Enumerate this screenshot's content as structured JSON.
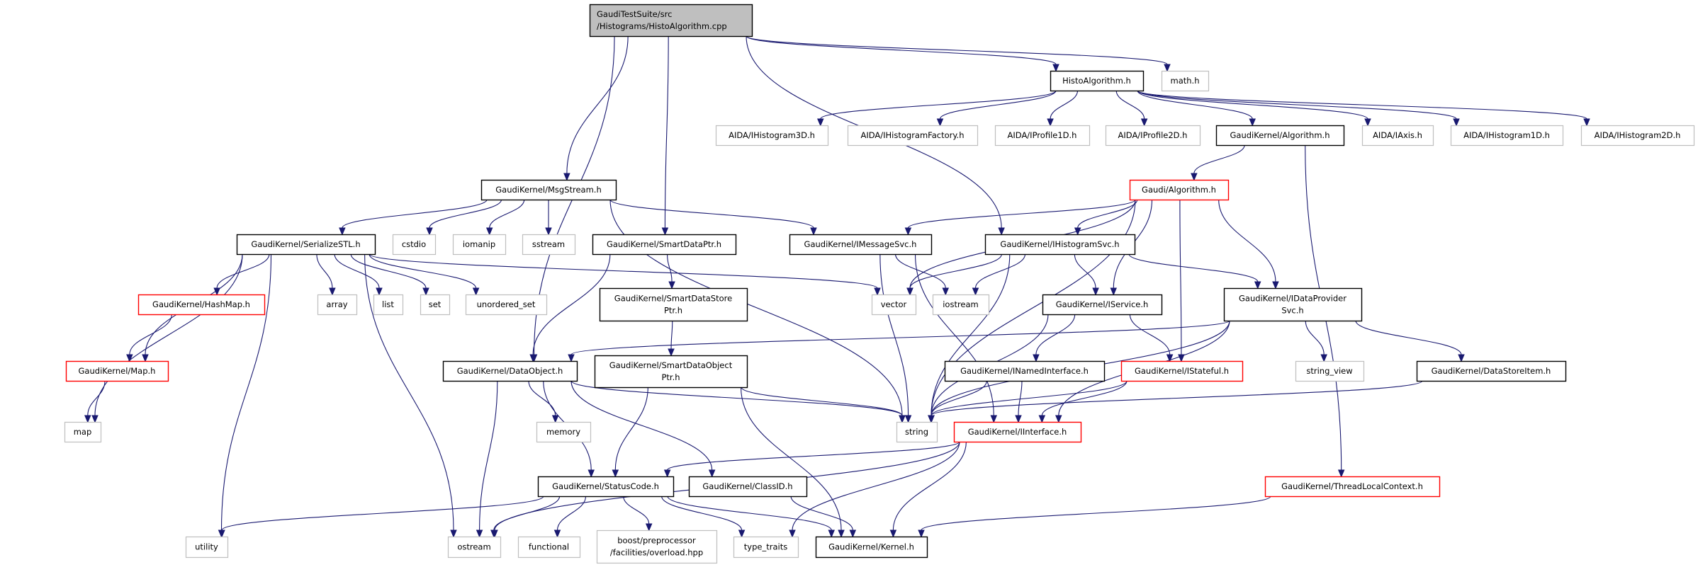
{
  "colors": {
    "edge": "#191970",
    "documented_border": "#000000",
    "incomplete_border": "#ff0000",
    "external_border": "#bfbfbf",
    "root_fill": "#bfbfbf"
  },
  "nodes": [
    {
      "id": "root",
      "lines": [
        "GaudiTestSuite/src",
        "/Histograms/HistoAlgorithm.cpp"
      ],
      "kind": "root"
    },
    {
      "id": "histoalg",
      "lines": [
        "HistoAlgorithm.h"
      ],
      "kind": "documented"
    },
    {
      "id": "math",
      "lines": [
        "math.h"
      ],
      "kind": "external"
    },
    {
      "id": "ih3d",
      "lines": [
        "AIDA/IHistogram3D.h"
      ],
      "kind": "external"
    },
    {
      "id": "ihfac",
      "lines": [
        "AIDA/IHistogramFactory.h"
      ],
      "kind": "external"
    },
    {
      "id": "ip1d",
      "lines": [
        "AIDA/IProfile1D.h"
      ],
      "kind": "external"
    },
    {
      "id": "ip2d",
      "lines": [
        "AIDA/IProfile2D.h"
      ],
      "kind": "external"
    },
    {
      "id": "gkalg",
      "lines": [
        "GaudiKernel/Algorithm.h"
      ],
      "kind": "documented"
    },
    {
      "id": "iaxis",
      "lines": [
        "AIDA/IAxis.h"
      ],
      "kind": "external"
    },
    {
      "id": "ih1d",
      "lines": [
        "AIDA/IHistogram1D.h"
      ],
      "kind": "external"
    },
    {
      "id": "ih2d",
      "lines": [
        "AIDA/IHistogram2D.h"
      ],
      "kind": "external"
    },
    {
      "id": "msgstream",
      "lines": [
        "GaudiKernel/MsgStream.h"
      ],
      "kind": "documented"
    },
    {
      "id": "galg",
      "lines": [
        "Gaudi/Algorithm.h"
      ],
      "kind": "incomplete"
    },
    {
      "id": "serstl",
      "lines": [
        "GaudiKernel/SerializeSTL.h"
      ],
      "kind": "documented"
    },
    {
      "id": "cstdio",
      "lines": [
        "cstdio"
      ],
      "kind": "external"
    },
    {
      "id": "iomanip",
      "lines": [
        "iomanip"
      ],
      "kind": "external"
    },
    {
      "id": "sstream",
      "lines": [
        "sstream"
      ],
      "kind": "external"
    },
    {
      "id": "sdptr",
      "lines": [
        "GaudiKernel/SmartDataPtr.h"
      ],
      "kind": "documented"
    },
    {
      "id": "imsgsvc",
      "lines": [
        "GaudiKernel/IMessageSvc.h"
      ],
      "kind": "documented"
    },
    {
      "id": "ihistsvc",
      "lines": [
        "GaudiKernel/IHistogramSvc.h"
      ],
      "kind": "documented"
    },
    {
      "id": "hashmap",
      "lines": [
        "GaudiKernel/HashMap.h"
      ],
      "kind": "incomplete"
    },
    {
      "id": "array",
      "lines": [
        "array"
      ],
      "kind": "external"
    },
    {
      "id": "list",
      "lines": [
        "list"
      ],
      "kind": "external"
    },
    {
      "id": "set",
      "lines": [
        "set"
      ],
      "kind": "external"
    },
    {
      "id": "uset",
      "lines": [
        "unordered_set"
      ],
      "kind": "external"
    },
    {
      "id": "sdsptr",
      "lines": [
        "GaudiKernel/SmartDataStore",
        "Ptr.h"
      ],
      "kind": "documented"
    },
    {
      "id": "vector",
      "lines": [
        "vector"
      ],
      "kind": "external"
    },
    {
      "id": "iostream",
      "lines": [
        "iostream"
      ],
      "kind": "external"
    },
    {
      "id": "iservice",
      "lines": [
        "GaudiKernel/IService.h"
      ],
      "kind": "documented"
    },
    {
      "id": "idps",
      "lines": [
        "GaudiKernel/IDataProvider",
        "Svc.h"
      ],
      "kind": "documented"
    },
    {
      "id": "mapgk",
      "lines": [
        "GaudiKernel/Map.h"
      ],
      "kind": "incomplete"
    },
    {
      "id": "dataobj",
      "lines": [
        "GaudiKernel/DataObject.h"
      ],
      "kind": "documented"
    },
    {
      "id": "sdoptr",
      "lines": [
        "GaudiKernel/SmartDataObject",
        "Ptr.h"
      ],
      "kind": "documented"
    },
    {
      "id": "inamed",
      "lines": [
        "GaudiKernel/INamedInterface.h"
      ],
      "kind": "documented"
    },
    {
      "id": "istateful",
      "lines": [
        "GaudiKernel/IStateful.h"
      ],
      "kind": "incomplete"
    },
    {
      "id": "strview",
      "lines": [
        "string_view"
      ],
      "kind": "external"
    },
    {
      "id": "dsitem",
      "lines": [
        "GaudiKernel/DataStoreItem.h"
      ],
      "kind": "documented"
    },
    {
      "id": "map",
      "lines": [
        "map"
      ],
      "kind": "external"
    },
    {
      "id": "memory",
      "lines": [
        "memory"
      ],
      "kind": "external"
    },
    {
      "id": "string",
      "lines": [
        "string"
      ],
      "kind": "external"
    },
    {
      "id": "iinterface",
      "lines": [
        "GaudiKernel/IInterface.h"
      ],
      "kind": "incomplete"
    },
    {
      "id": "statuscode",
      "lines": [
        "GaudiKernel/StatusCode.h"
      ],
      "kind": "documented"
    },
    {
      "id": "classid",
      "lines": [
        "GaudiKernel/ClassID.h"
      ],
      "kind": "documented"
    },
    {
      "id": "tlc",
      "lines": [
        "GaudiKernel/ThreadLocalContext.h"
      ],
      "kind": "incomplete"
    },
    {
      "id": "utility",
      "lines": [
        "utility"
      ],
      "kind": "external"
    },
    {
      "id": "ostream",
      "lines": [
        "ostream"
      ],
      "kind": "external"
    },
    {
      "id": "functional",
      "lines": [
        "functional"
      ],
      "kind": "external"
    },
    {
      "id": "boost",
      "lines": [
        "boost/preprocessor",
        "/facilities/overload.hpp"
      ],
      "kind": "external"
    },
    {
      "id": "typetraits",
      "lines": [
        "type_traits"
      ],
      "kind": "external"
    },
    {
      "id": "kernel",
      "lines": [
        "GaudiKernel/Kernel.h"
      ],
      "kind": "documented"
    }
  ],
  "edges": [
    [
      "root",
      "histoalg"
    ],
    [
      "root",
      "math"
    ],
    [
      "root",
      "msgstream"
    ],
    [
      "root",
      "sdptr"
    ],
    [
      "root",
      "ihistsvc"
    ],
    [
      "root",
      "dataobj"
    ],
    [
      "histoalg",
      "ih3d"
    ],
    [
      "histoalg",
      "ihfac"
    ],
    [
      "histoalg",
      "ip1d"
    ],
    [
      "histoalg",
      "ip2d"
    ],
    [
      "histoalg",
      "gkalg"
    ],
    [
      "histoalg",
      "iaxis"
    ],
    [
      "histoalg",
      "ih1d"
    ],
    [
      "histoalg",
      "ih2d"
    ],
    [
      "gkalg",
      "galg"
    ],
    [
      "gkalg",
      "tlc"
    ],
    [
      "galg",
      "imsgsvc"
    ],
    [
      "galg",
      "ihistsvc"
    ],
    [
      "galg",
      "vector"
    ],
    [
      "galg",
      "iservice"
    ],
    [
      "galg",
      "istateful"
    ],
    [
      "galg",
      "idps"
    ],
    [
      "galg",
      "string"
    ],
    [
      "msgstream",
      "serstl"
    ],
    [
      "msgstream",
      "cstdio"
    ],
    [
      "msgstream",
      "iomanip"
    ],
    [
      "msgstream",
      "sstream"
    ],
    [
      "msgstream",
      "imsgsvc"
    ],
    [
      "msgstream",
      "string"
    ],
    [
      "serstl",
      "hashmap"
    ],
    [
      "serstl",
      "mapgk"
    ],
    [
      "serstl",
      "map"
    ],
    [
      "serstl",
      "utility"
    ],
    [
      "serstl",
      "array"
    ],
    [
      "serstl",
      "list"
    ],
    [
      "serstl",
      "set"
    ],
    [
      "serstl",
      "uset"
    ],
    [
      "serstl",
      "ostream"
    ],
    [
      "serstl",
      "vector"
    ],
    [
      "sdptr",
      "dataobj"
    ],
    [
      "sdptr",
      "sdsptr"
    ],
    [
      "sdsptr",
      "sdoptr"
    ],
    [
      "sdoptr",
      "statuscode"
    ],
    [
      "sdoptr",
      "kernel"
    ],
    [
      "sdoptr",
      "string"
    ],
    [
      "imsgsvc",
      "iostream"
    ],
    [
      "imsgsvc",
      "string"
    ],
    [
      "imsgsvc",
      "iinterface"
    ],
    [
      "ihistsvc",
      "vector"
    ],
    [
      "ihistsvc",
      "iostream"
    ],
    [
      "ihistsvc",
      "iservice"
    ],
    [
      "ihistsvc",
      "idps"
    ],
    [
      "ihistsvc",
      "string"
    ],
    [
      "idps",
      "dataobj"
    ],
    [
      "idps",
      "strview"
    ],
    [
      "idps",
      "dsitem"
    ],
    [
      "idps",
      "string"
    ],
    [
      "idps",
      "iinterface"
    ],
    [
      "iservice",
      "inamed"
    ],
    [
      "iservice",
      "istateful"
    ],
    [
      "iservice",
      "string"
    ],
    [
      "inamed",
      "string"
    ],
    [
      "inamed",
      "iinterface"
    ],
    [
      "istateful",
      "string"
    ],
    [
      "istateful",
      "iinterface"
    ],
    [
      "dsitem",
      "string"
    ],
    [
      "dataobj",
      "memory"
    ],
    [
      "dataobj",
      "ostream"
    ],
    [
      "dataobj",
      "statuscode"
    ],
    [
      "dataobj",
      "classid"
    ],
    [
      "dataobj",
      "string"
    ],
    [
      "iinterface",
      "statuscode"
    ],
    [
      "iinterface",
      "ostream"
    ],
    [
      "iinterface",
      "typetraits"
    ],
    [
      "iinterface",
      "kernel"
    ],
    [
      "statuscode",
      "utility"
    ],
    [
      "statuscode",
      "ostream"
    ],
    [
      "statuscode",
      "functional"
    ],
    [
      "statuscode",
      "boost"
    ],
    [
      "statuscode",
      "typetraits"
    ],
    [
      "statuscode",
      "kernel"
    ],
    [
      "classid",
      "kernel"
    ],
    [
      "tlc",
      "kernel"
    ],
    [
      "hashmap",
      "mapgk"
    ],
    [
      "mapgk",
      "map"
    ]
  ]
}
